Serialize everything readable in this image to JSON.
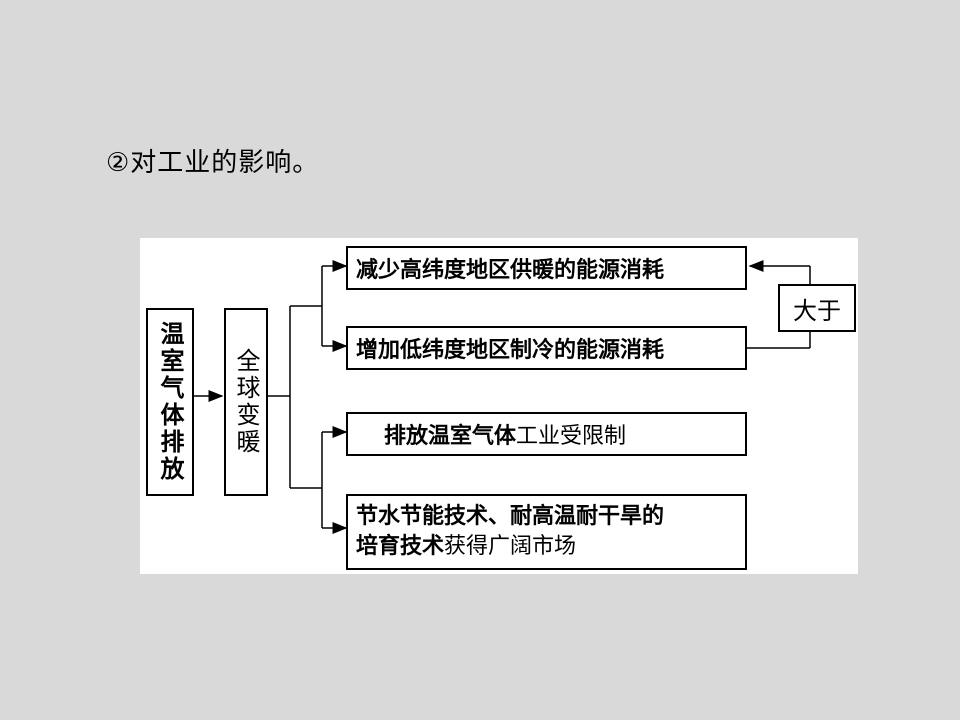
{
  "heading": "②对工业的影响。",
  "diagram": {
    "source_node": "温室气体排放",
    "cause_node": "全球变暖",
    "compare_node": "大于",
    "effects": [
      {
        "bold": "减少高纬度地区供暖的能源消耗",
        "normal": ""
      },
      {
        "bold": "增加低纬度地区制冷的能源消耗",
        "normal": ""
      },
      {
        "bold": "排放温室气体",
        "normal": "工业受限制"
      }
    ],
    "last_effect": {
      "line1": "节水节能技术、耐高温耐干旱的",
      "line2_bold": "培育技术",
      "line2_normal": "获得广阔市场"
    }
  }
}
